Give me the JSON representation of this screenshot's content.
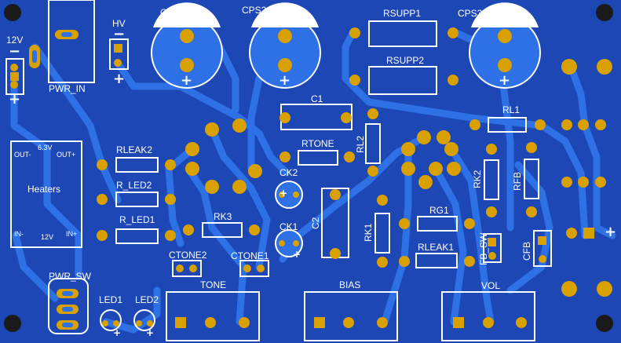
{
  "colors": {
    "board": "#1d47b5",
    "trace": "#2e70e6",
    "pad": "#d8a000",
    "hole": "#1a1a1a",
    "silk": "#ffffff"
  },
  "labels": {
    "v12": "12V",
    "pwr_in": "PWR_IN",
    "hv": "HV",
    "cps1": "CPS1",
    "cps2": "CPS2",
    "rsupp1": "RSUPP1",
    "cps3": "CPS3",
    "rsupp2": "RSUPP2",
    "c1": "C1",
    "rl1": "RL1",
    "rleak2": "RLEAK2",
    "rtone": "RTONE",
    "rl2": "RL2",
    "r_led2": "R_LED2",
    "ck2": "CK2",
    "rk2": "RK2",
    "rfb": "RFB",
    "r_led1": "R_LED1",
    "rk3": "RK3",
    "c2": "C2",
    "ck1": "CK1",
    "rg1": "RG1",
    "rk1": "RK1",
    "fb_sw": "FB_SW",
    "cfb": "CFB",
    "rleak1": "RLEAK1",
    "ctone2": "CTONE2",
    "ctone1": "CTONE1",
    "pwr_sw": "PWR_SW",
    "led1": "LED1",
    "led2": "LED2",
    "tone": "TONE",
    "bias": "BIAS",
    "vol": "VOL",
    "heaters": "Heaters",
    "h_63v": "6.3V",
    "h_out_minus": "OUT-",
    "h_out_plus": "OUT+",
    "h_in_minus": "IN-",
    "h_12v": "12V",
    "h_in_plus": "IN+"
  },
  "symbols": {
    "plus": "+",
    "minus": "−"
  }
}
